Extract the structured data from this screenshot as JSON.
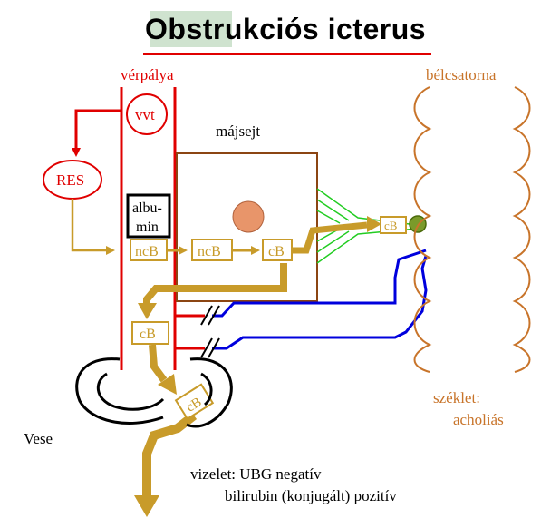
{
  "title": "Obstrukciós icterus",
  "labels": {
    "verpalya": "vérpálya",
    "belcsatorna": "bélcsatorna",
    "majsejt": "májsejt",
    "vvt": "vvt",
    "res": "RES",
    "albumin_line1": "albu-",
    "albumin_line2": "min",
    "ncb_blood": "ncB",
    "ncb_liver": "ncB",
    "cb_liver": "cB",
    "cb_bile": "cB",
    "cb_blood": "cB",
    "cb_kidney": "cB",
    "vese": "Vese",
    "szeklet_line1": "széklet:",
    "szeklet_line2": "acholiás",
    "vizelet_line1": "vizelet: UBG negatív",
    "vizelet_line2": "bilirubin (konjugált) pozitív"
  },
  "colors": {
    "red": "#e00000",
    "gold": "#c89b2a",
    "brown": "#8b4513",
    "orange_brown": "#c8742a",
    "blue": "#0000dd",
    "green": "#22cc22",
    "nucleus": "#e8956a",
    "olive": "#7a9a2a",
    "title_highlight": "#cfe3cf"
  }
}
